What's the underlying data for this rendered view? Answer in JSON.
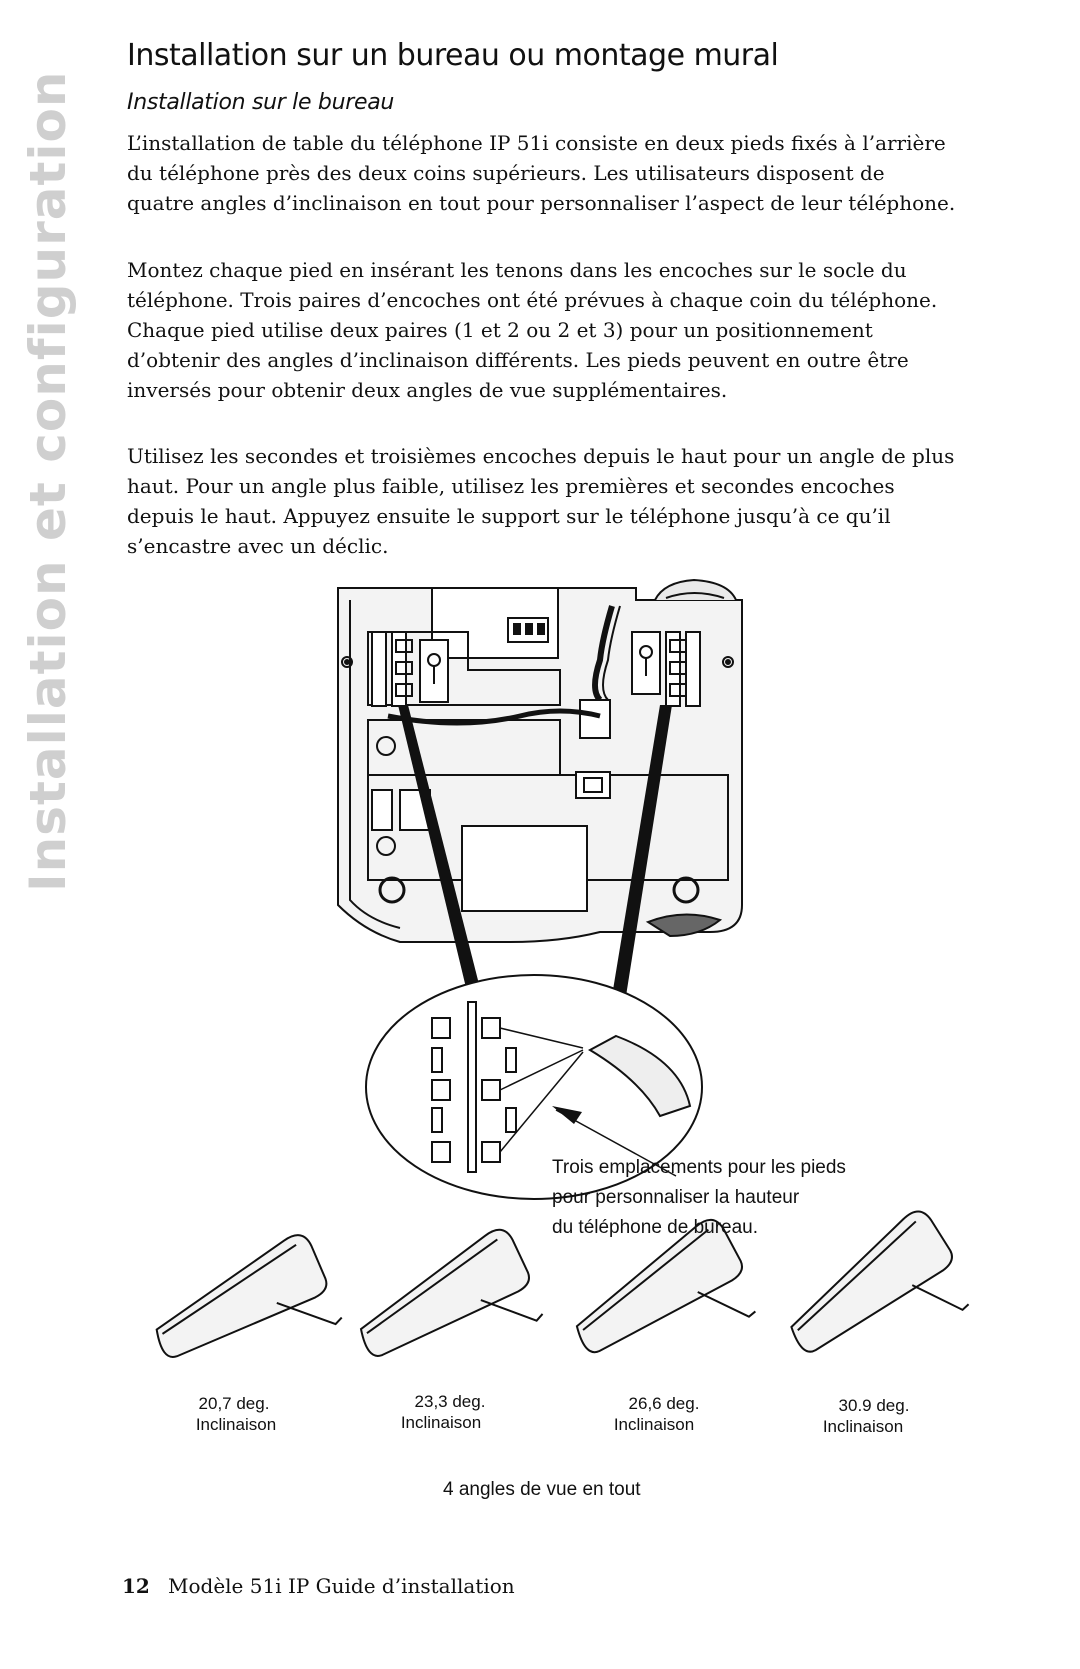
{
  "sidebar": {
    "label": "Installation et configuration"
  },
  "header": {
    "title": "Installation sur un bureau ou montage mural",
    "subtitle": "Installation sur le bureau"
  },
  "paragraphs": [
    "L’installation de table du téléphone IP 51i consiste en deux pieds fixés à l’arrière du téléphone près des deux coins supérieurs.  Les utilisateurs disposent de quatre angles d’inclinaison en tout pour personnaliser l’aspect de leur téléphone.",
    "Montez chaque pied en insérant les tenons dans les encoches sur le socle du téléphone.  Trois paires d’encoches ont été prévues à chaque coin du téléphone. Chaque pied utilise deux paires (1 et 2 ou 2 et 3) pour un positionnement d’obtenir des angles d’inclinaison différents.  Les pieds peuvent en outre être inversés pour obtenir deux angles de vue supplémentaires.",
    "Utilisez les secondes et troisièmes encoches depuis le haut pour un angle de plus haut.  Pour un angle plus faible, utilisez les premières et secondes encoches depuis le haut. Appuyez ensuite le support sur le téléphone jusqu’à ce qu’il s’encastre avec un déclic."
  ],
  "figure": {
    "callout_lines": [
      "Trois emplacements pour les pieds",
      "pour personnaliser la hauteur",
      "du téléphone de bureau."
    ],
    "angles": [
      {
        "value": "20,7 deg.",
        "label": "Inclinaison"
      },
      {
        "value": "23,3 deg.",
        "label": "Inclinaison"
      },
      {
        "value": "26,6 deg.",
        "label": "Inclinaison"
      },
      {
        "value": "30.9 deg.",
        "label": "Inclinaison"
      }
    ],
    "summary": "4 angles de vue en tout"
  },
  "footer": {
    "page_number": "12",
    "text": "Modèle 51i IP Guide d’installation"
  }
}
